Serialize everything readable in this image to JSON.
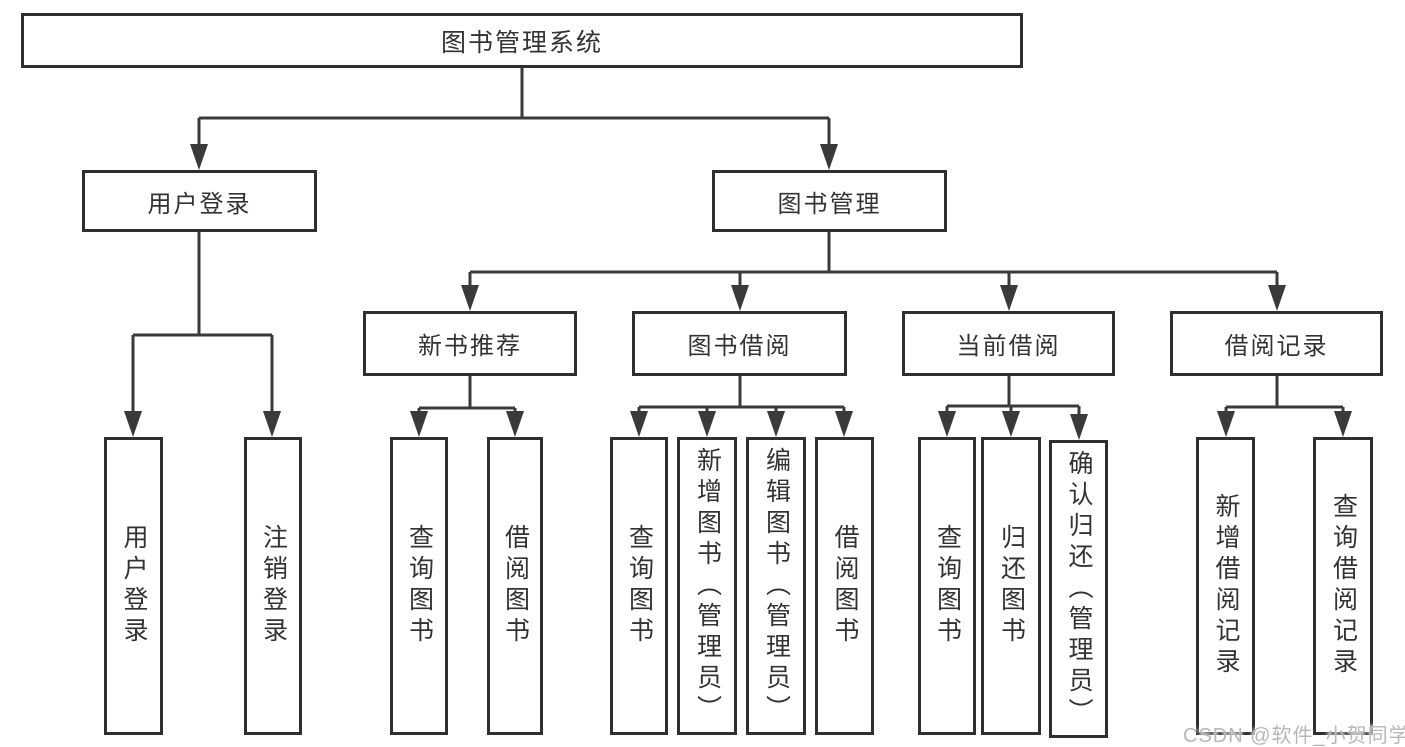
{
  "tree": {
    "label": "图书管理系统",
    "children": [
      {
        "label": "用户登录",
        "children": [
          {
            "label": "用户登录"
          },
          {
            "label": "注销登录"
          }
        ]
      },
      {
        "label": "图书管理",
        "children": [
          {
            "label": "新书推荐",
            "children": [
              {
                "label": "查询图书"
              },
              {
                "label": "借阅图书"
              }
            ]
          },
          {
            "label": "图书借阅",
            "children": [
              {
                "label": "查询图书"
              },
              {
                "label": "新增图书（管理员）"
              },
              {
                "label": "编辑图书（管理员）"
              },
              {
                "label": "借阅图书"
              }
            ]
          },
          {
            "label": "当前借阅",
            "children": [
              {
                "label": "查询图书"
              },
              {
                "label": "归还图书"
              },
              {
                "label": "确认归还（管理员）"
              }
            ]
          },
          {
            "label": "借阅记录",
            "children": [
              {
                "label": "新增借阅记录"
              },
              {
                "label": "查询借阅记录"
              }
            ]
          }
        ]
      }
    ]
  },
  "watermark": "CSDN @软件_小贺同学",
  "colors": {
    "line": "#3a3a3a",
    "box_border": "#2f2f2f",
    "text": "#333333",
    "watermark": "#b4b8bc",
    "background": "#ffffff"
  }
}
